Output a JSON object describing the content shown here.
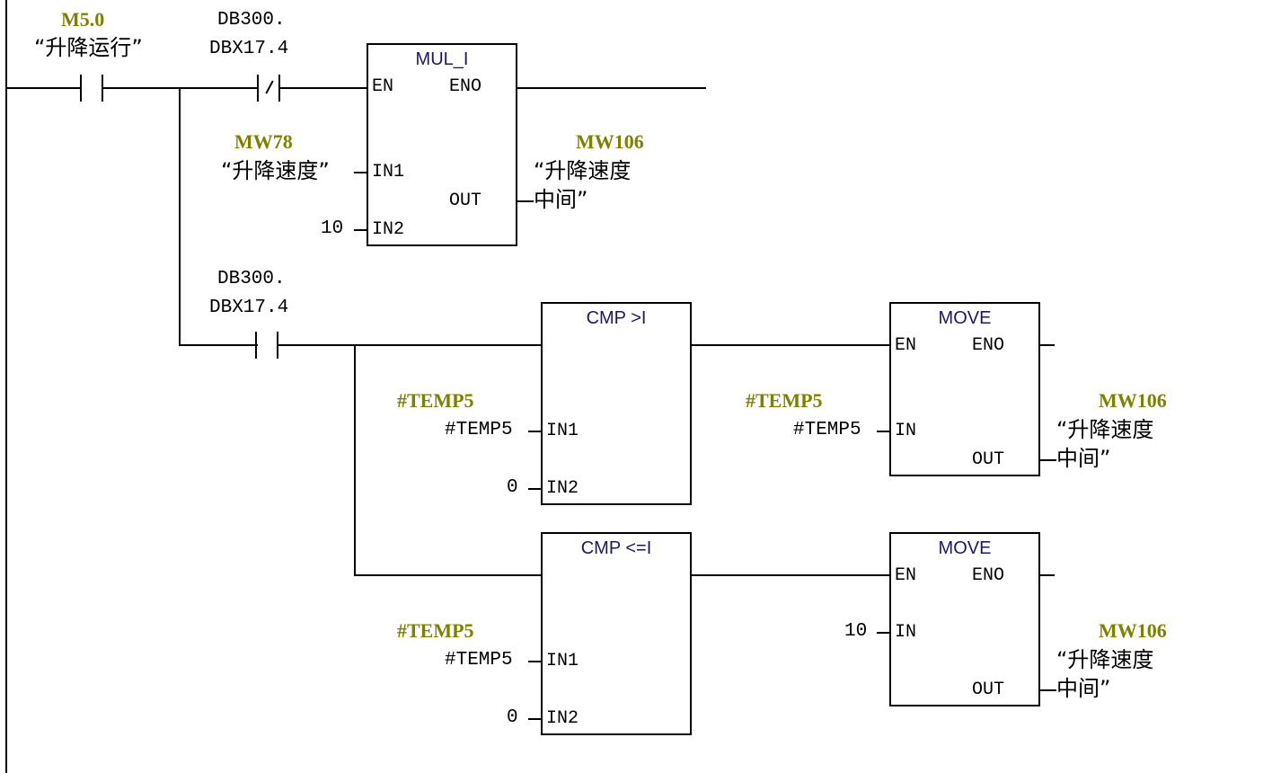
{
  "network": {
    "rail": {
      "color": "#000000"
    },
    "contacts": [
      {
        "id": "c1",
        "type": "NO",
        "address": "M5.0",
        "symbol": "“升降运行”"
      },
      {
        "id": "c2",
        "type": "NC",
        "address_line1": "DB300.",
        "address_line2": "DBX17.4"
      },
      {
        "id": "c3",
        "type": "NO",
        "address_line1": "DB300.",
        "address_line2": "DBX17.4"
      }
    ],
    "blocks": [
      {
        "id": "mul",
        "title": "MUL_I",
        "pins": {
          "en": "EN",
          "eno": "ENO",
          "in1": "IN1",
          "in2": "IN2",
          "out": "OUT"
        },
        "in1": {
          "address": "MW78",
          "symbol": "“升降速度”"
        },
        "in2": {
          "value": "10"
        },
        "out": {
          "address": "MW106",
          "symbol_line1": "“升降速度",
          "symbol_line2": "中间”"
        }
      },
      {
        "id": "cmp_gt",
        "title": "CMP >I",
        "pins": {
          "in1": "IN1",
          "in2": "IN2"
        },
        "in1": {
          "address": "#TEMP5",
          "symbol": "#TEMP5"
        },
        "in2": {
          "value": "0"
        }
      },
      {
        "id": "move1",
        "title": "MOVE",
        "pins": {
          "en": "EN",
          "eno": "ENO",
          "in": "IN",
          "out": "OUT"
        },
        "in": {
          "address": "#TEMP5",
          "symbol": "#TEMP5"
        },
        "out": {
          "address": "MW106",
          "symbol_line1": "“升降速度",
          "symbol_line2": "中间”"
        }
      },
      {
        "id": "cmp_le",
        "title": "CMP <=I",
        "pins": {
          "in1": "IN1",
          "in2": "IN2"
        },
        "in1": {
          "address": "#TEMP5",
          "symbol": "#TEMP5"
        },
        "in2": {
          "value": "0"
        }
      },
      {
        "id": "move2",
        "title": "MOVE",
        "pins": {
          "en": "EN",
          "eno": "ENO",
          "in": "IN",
          "out": "OUT"
        },
        "in": {
          "value": "10"
        },
        "out": {
          "address": "MW106",
          "symbol_line1": "“升降速度",
          "symbol_line2": "中间”"
        }
      }
    ],
    "colors": {
      "address": "#808000",
      "box_title": "#1a1a60",
      "wire": "#000000"
    }
  }
}
